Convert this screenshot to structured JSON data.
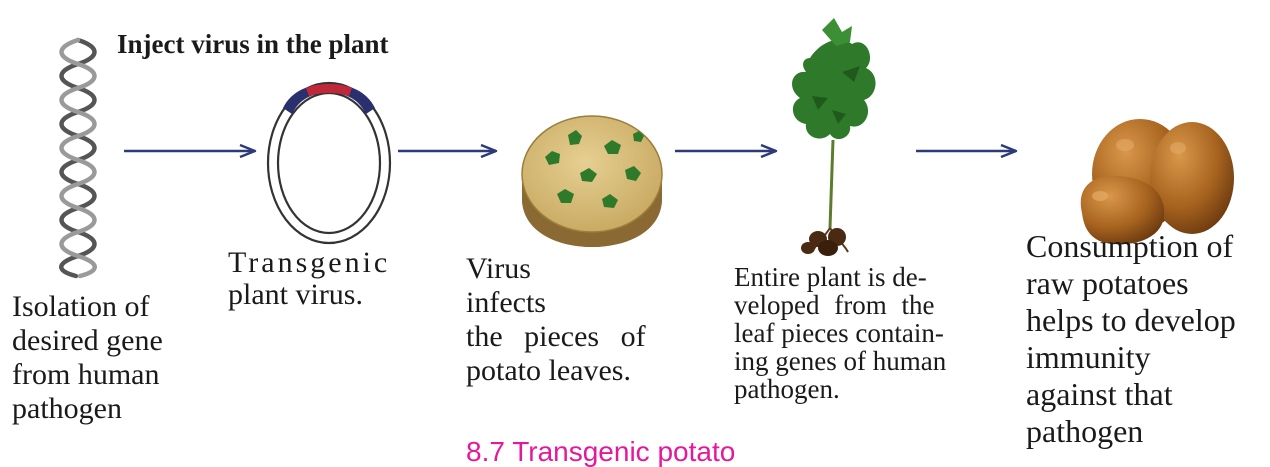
{
  "heading": "Inject virus in the plant",
  "steps": [
    {
      "caption_lines": [
        "Isolation of",
        "desired gene",
        "from human",
        "pathogen"
      ],
      "icon": "dna-helix-icon"
    },
    {
      "caption_lines": [
        "Transgenic",
        "plant virus."
      ],
      "icon": "transgenic-virus-icon"
    },
    {
      "caption_lines": [
        "Virus infects",
        "the pieces of",
        "potato leaves."
      ],
      "icon": "leaf-disc-icon"
    },
    {
      "caption_lines": [
        "Entire plant is de-",
        "veloped from the",
        "leaf pieces contain-",
        "ing genes of human",
        "pathogen."
      ],
      "icon": "potato-plant-icon"
    },
    {
      "caption_lines": [
        "Consumption of",
        "raw potatoes",
        "helps to develop",
        "immunity",
        "against that",
        "pathogen"
      ],
      "icon": "potatoes-icon"
    }
  ],
  "figure_caption": "8.7 Transgenic potato",
  "colors": {
    "text": "#1a1a1a",
    "arrow": "#2d3a7a",
    "figure_caption": "#e6189a",
    "leaf": "#2f7a2a",
    "potato": "#a0621e",
    "virus_marker": "#c0283a"
  }
}
